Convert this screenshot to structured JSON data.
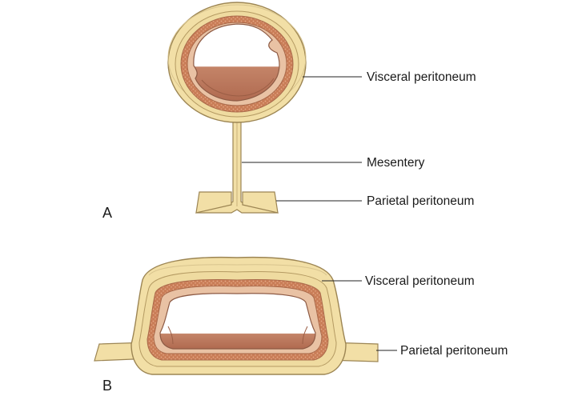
{
  "panels": {
    "a": {
      "letter": "A"
    },
    "b": {
      "letter": "B"
    }
  },
  "labels": {
    "a_visceral": "Visceral peritoneum",
    "a_mesentery": "Mesentery",
    "a_parietal": "Parietal peritoneum",
    "b_visceral": "Visceral peritoneum",
    "b_parietal": "Parietal peritoneum"
  },
  "colors": {
    "membrane": "#f2dfa6",
    "membrane_stroke": "#9c8553",
    "muscle": "#c9825c",
    "muscle_dots": "#e8b08c",
    "lumen_wall": "#b9735a",
    "leader": "#222222"
  }
}
